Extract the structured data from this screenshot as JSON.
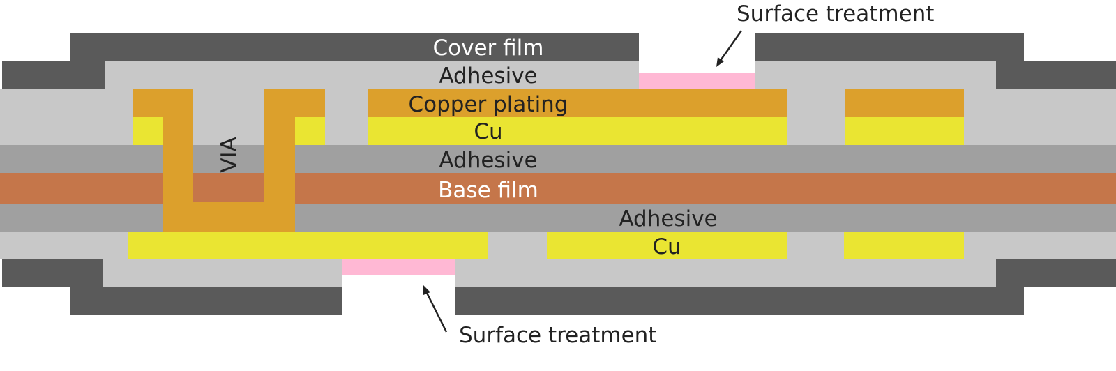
{
  "labels": {
    "cover_film": "Cover film",
    "adhesive_top": "Adhesive",
    "copper_plating": "Copper plating",
    "cu_top": "Cu",
    "via": "VIA",
    "adhesive_mid_top": "Adhesive",
    "base_film": "Base film",
    "adhesive_mid_bottom": "Adhesive",
    "cu_bottom": "Cu",
    "surface_treatment_top": "Surface treatment",
    "surface_treatment_bottom": "Surface treatment"
  },
  "colors": {
    "cover_film": "#5a5a5a",
    "adhesive_light": "#c8c8c8",
    "adhesive_mid": "#a0a0a0",
    "copper_plating": "#dca02c",
    "cu": "#eae532",
    "base_film": "#c5764a",
    "surface_treatment": "#ffb8d4",
    "arrow": "#222222"
  }
}
